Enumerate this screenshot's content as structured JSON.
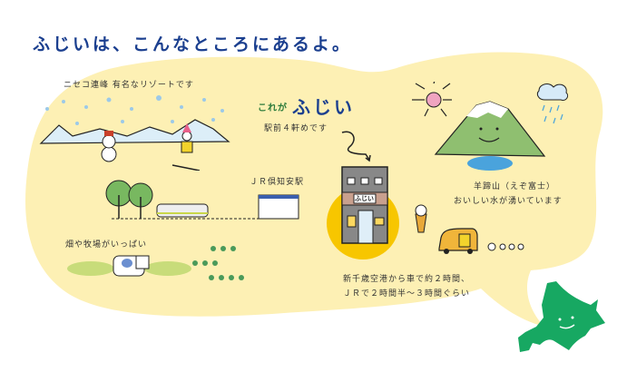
{
  "title": "ふじいは、こんなところにあるよ。",
  "colors": {
    "bubble": "#fdf0b4",
    "title": "#1b3f8f",
    "hokkaido": "#17a862",
    "shop_circle": "#f7c600",
    "mountain_green": "#8fbf70",
    "field_green": "#c8dc7a"
  },
  "labels": {
    "niseko": "ニセコ連峰 有名なリゾートです",
    "kore_ga": "これが",
    "fujii": "ふじい",
    "ekimae": "駅前４軒めです",
    "jr_station": "ＪＲ倶知安駅",
    "fields": "畑や牧場がいっぱい",
    "yotei_line1": "羊蹄山（えぞ富士）",
    "yotei_line2": "おいしい水が湧いています",
    "access_line1": "新千歳空港から車で約２時間、",
    "access_line2": "ＪＲで２時間半〜３時間ぐらい",
    "shop_sign": "ふじい"
  }
}
